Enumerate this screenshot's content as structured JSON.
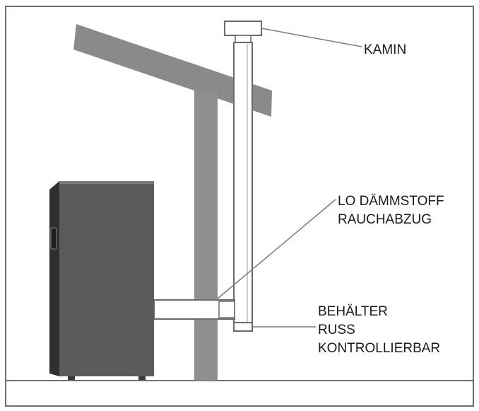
{
  "labels": {
    "kamin": "KAMIN",
    "daemmstoff_line1": "LO DÄMMSTOFF",
    "daemmstoff_line2": "RAUCHABZUG",
    "behaelter_line1": "BEHÄLTER",
    "behaelter_line2": "RUSS",
    "behaelter_line3": "KONTROLLIERBAR"
  },
  "colors": {
    "frame": "#6e6e6e",
    "roof": "#8a8a8a",
    "wall": "#8f8f8f",
    "stove_body": "#5b5b5b",
    "stove_side": "#2f2f2f",
    "pipe_fill": "#ffffff",
    "pipe_stroke": "#6a6a6a",
    "leader": "#7a7a7a"
  }
}
